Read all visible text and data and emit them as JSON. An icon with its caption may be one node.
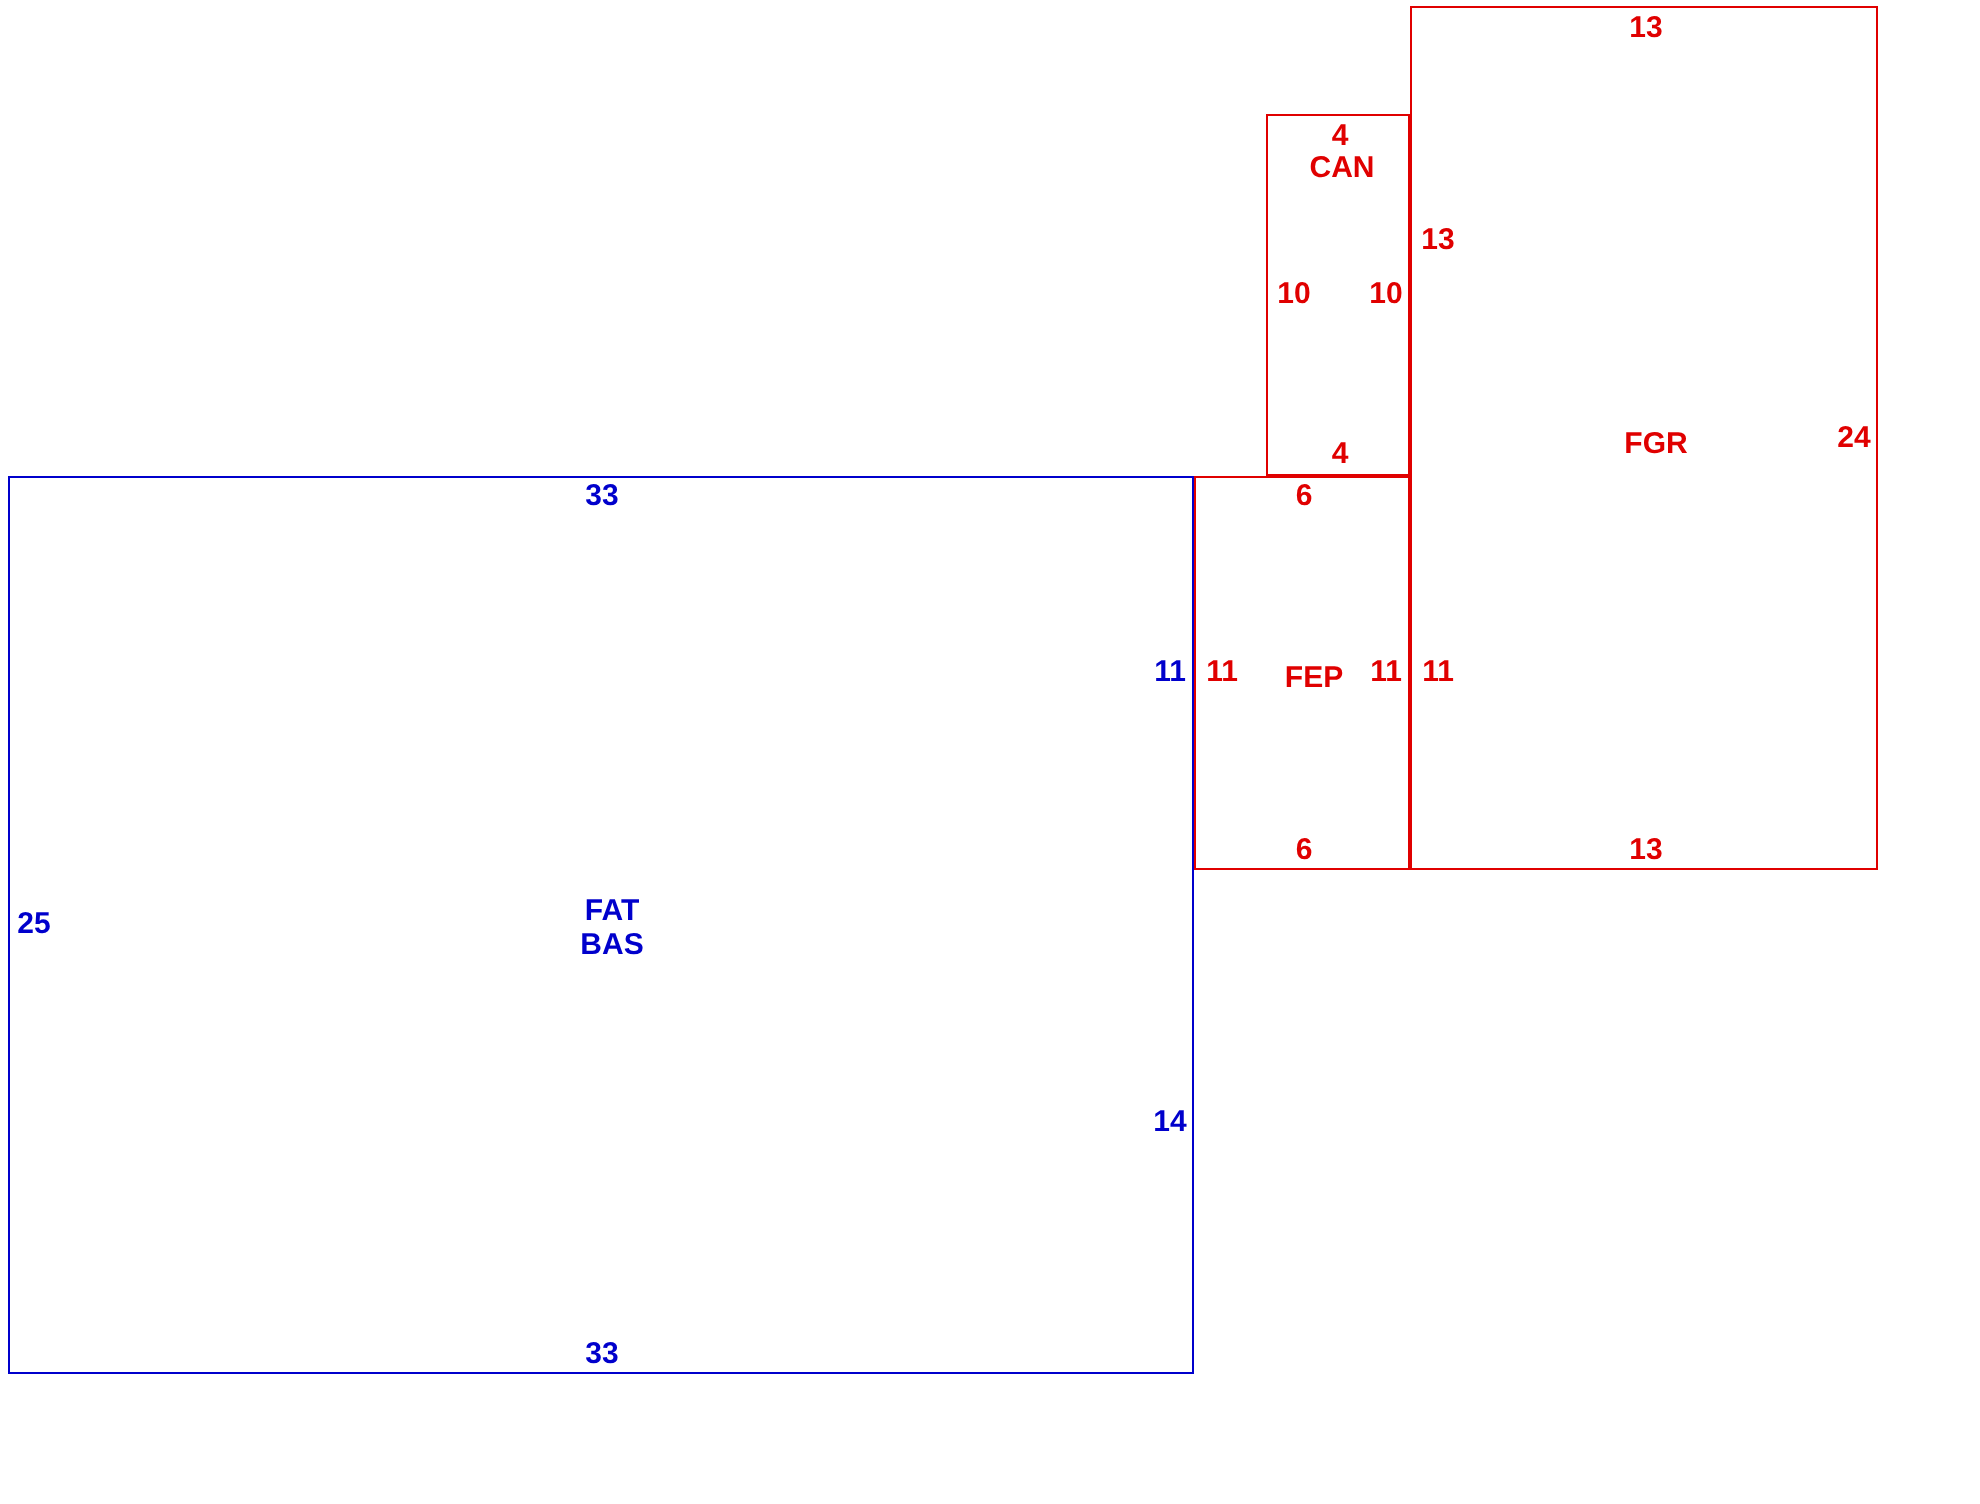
{
  "diagram": {
    "nodes": [
      {
        "text": [
          "13",
          "13",
          "24",
          "FGR",
          "11",
          "13"
        ]
      },
      {
        "text": [
          "4",
          "CAN",
          "10",
          "10",
          "4"
        ]
      },
      {
        "text": [
          "33",
          "11",
          "25",
          "FAT BAS",
          "14",
          "33"
        ]
      },
      {
        "text": [
          "6",
          "11",
          "FEP",
          "11",
          "6"
        ]
      }
    ]
  }
}
